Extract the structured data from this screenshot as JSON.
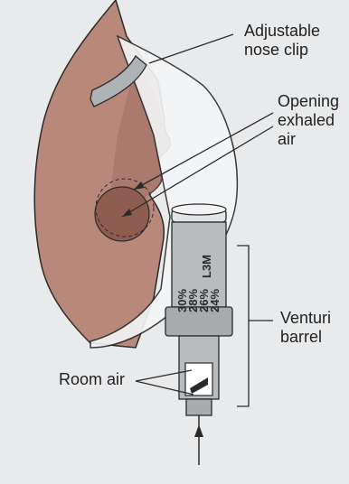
{
  "labels": {
    "nose_clip": [
      "Adjustable",
      "nose clip"
    ],
    "opening": [
      "Opening",
      "exhaled",
      "air"
    ],
    "venturi": [
      "Venturi",
      "barrel"
    ],
    "room_air": "Room air"
  },
  "barrel_marks": {
    "model": "L3M",
    "percentages": [
      "30%",
      "28%",
      "26%",
      "24%"
    ]
  },
  "colors": {
    "background": "#e9eaec",
    "skin": "#b8887a",
    "skin_shade": "#a47163",
    "mask": "#f4f6f8",
    "barrel": "#b9bcbf",
    "outline": "#2a2a2a"
  }
}
